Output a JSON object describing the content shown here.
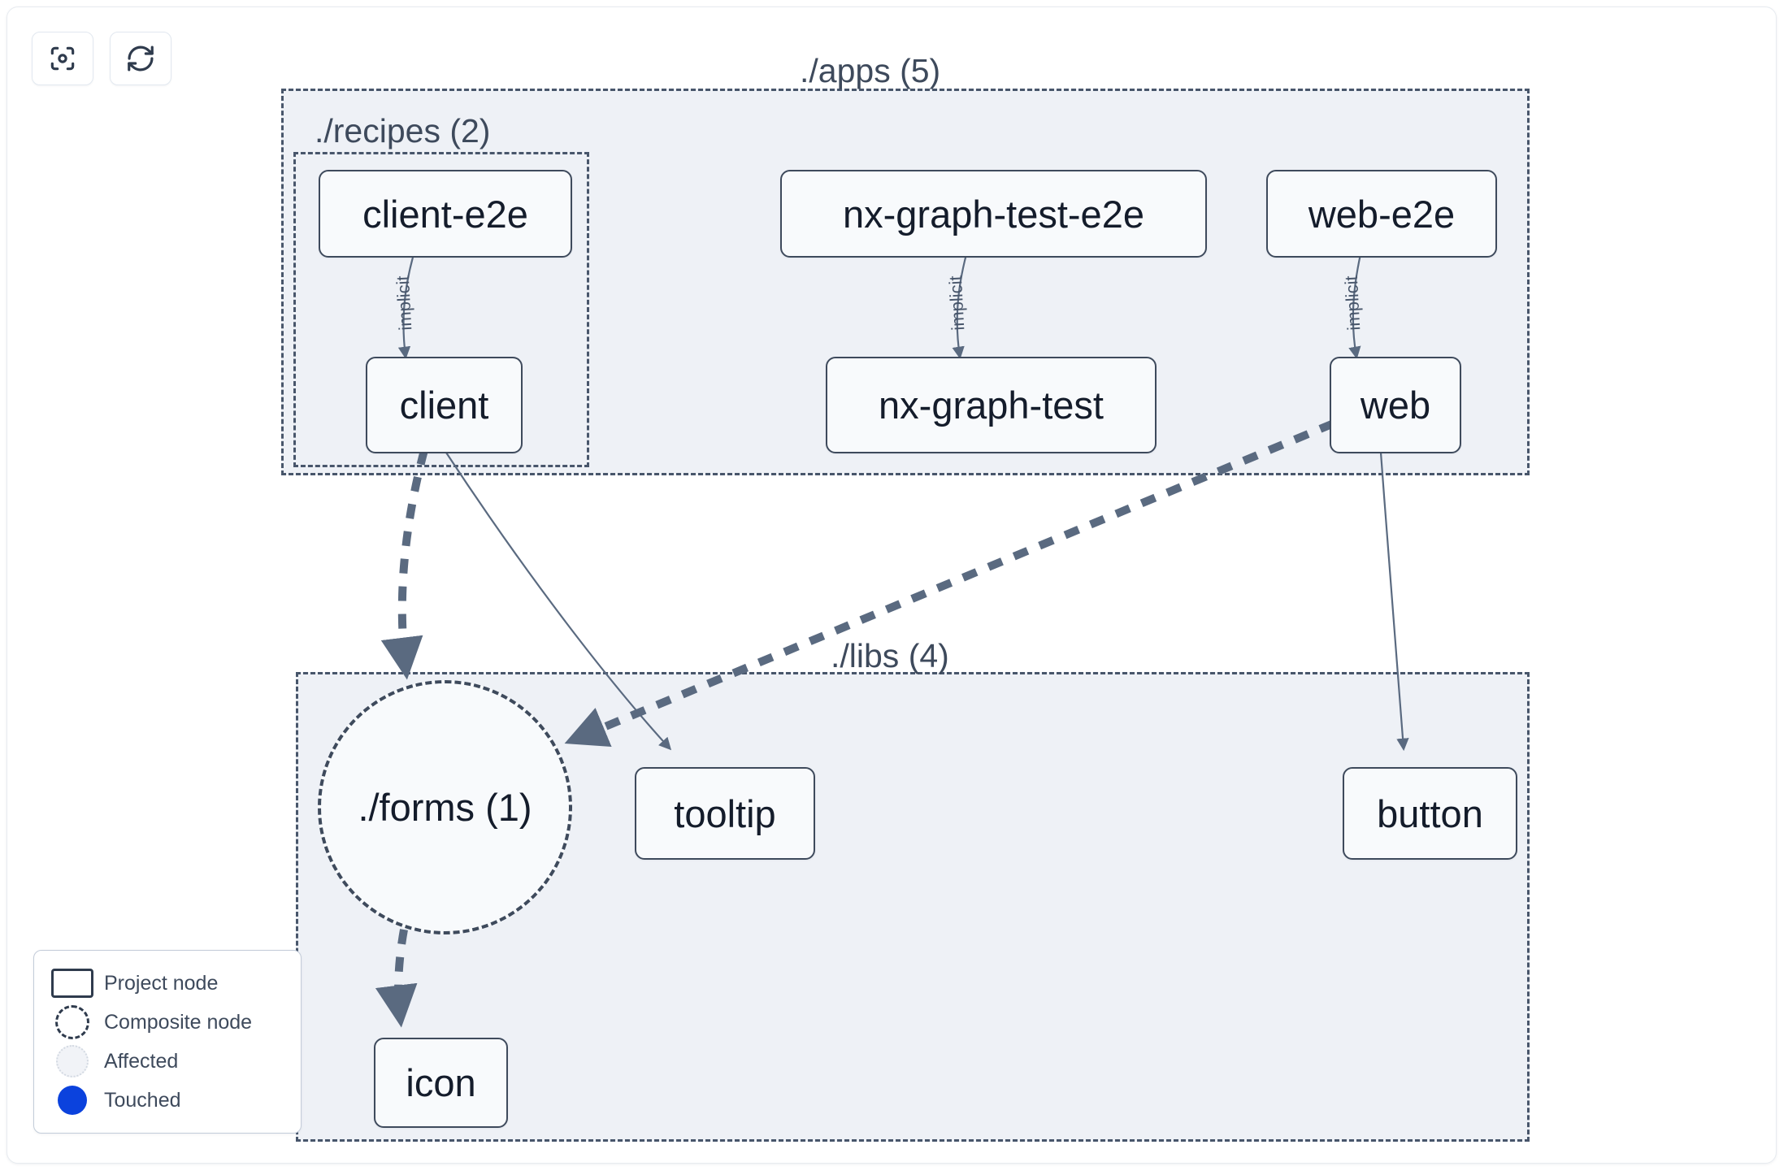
{
  "toolbar": {
    "buttons": [
      {
        "name": "focus-graph-button",
        "icon": "focus-target-icon",
        "label": ""
      },
      {
        "name": "refresh-graph-button",
        "icon": "refresh-icon",
        "label": ""
      }
    ]
  },
  "graph": {
    "groups": [
      {
        "id": "apps",
        "label": "./apps (5)",
        "count": 5
      },
      {
        "id": "recipes",
        "label": "./recipes (2)",
        "count": 2
      },
      {
        "id": "libs",
        "label": "./libs (4)",
        "count": 4
      }
    ],
    "nodes": [
      {
        "id": "client-e2e",
        "label": "client-e2e",
        "type": "project",
        "group": "recipes"
      },
      {
        "id": "nx-graph-test-e2e",
        "label": "nx-graph-test-e2e",
        "type": "project",
        "group": "apps"
      },
      {
        "id": "web-e2e",
        "label": "web-e2e",
        "type": "project",
        "group": "apps"
      },
      {
        "id": "client",
        "label": "client",
        "type": "project",
        "group": "recipes"
      },
      {
        "id": "nx-graph-test",
        "label": "nx-graph-test",
        "type": "project",
        "group": "apps"
      },
      {
        "id": "web",
        "label": "web",
        "type": "project",
        "group": "apps"
      },
      {
        "id": "forms",
        "label": "./forms (1)",
        "type": "composite",
        "group": "libs"
      },
      {
        "id": "tooltip",
        "label": "tooltip",
        "type": "project",
        "group": "libs"
      },
      {
        "id": "button",
        "label": "button",
        "type": "project",
        "group": "libs"
      },
      {
        "id": "icon",
        "label": "icon",
        "type": "project",
        "group": "libs"
      }
    ],
    "edges": [
      {
        "from": "client-e2e",
        "to": "client",
        "label": "implicit",
        "style": "solid"
      },
      {
        "from": "nx-graph-test-e2e",
        "to": "nx-graph-test",
        "label": "implicit",
        "style": "solid"
      },
      {
        "from": "web-e2e",
        "to": "web",
        "label": "implicit",
        "style": "solid"
      },
      {
        "from": "client",
        "to": "forms",
        "label": "",
        "style": "dashed"
      },
      {
        "from": "client",
        "to": "tooltip",
        "label": "",
        "style": "solid"
      },
      {
        "from": "web",
        "to": "forms",
        "label": "",
        "style": "dashed"
      },
      {
        "from": "web",
        "to": "button",
        "label": "",
        "style": "solid"
      },
      {
        "from": "forms",
        "to": "icon",
        "label": "",
        "style": "dashed"
      }
    ]
  },
  "legend": {
    "items": [
      {
        "swatch": "project-node-swatch",
        "label": "Project node"
      },
      {
        "swatch": "composite-node-swatch",
        "label": "Composite node"
      },
      {
        "swatch": "affected-swatch",
        "label": "Affected"
      },
      {
        "swatch": "touched-swatch",
        "label": "Touched"
      }
    ]
  },
  "colors": {
    "group_fill": "#eef1f6",
    "group_border": "#48566b",
    "node_fill": "#f8fafc",
    "node_border": "#3e4a5c",
    "edge": "#5a6a80",
    "text": "#141c2b",
    "touched": "#0b42dd",
    "canvas": "#ffffff"
  }
}
